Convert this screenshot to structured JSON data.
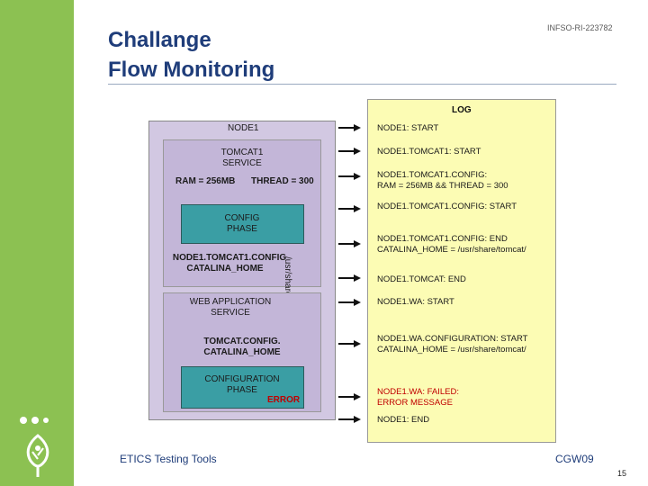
{
  "slide": {
    "title_line1": "Challange",
    "title_line2": "Flow Monitoring",
    "doc_id": "INFSO-RI-223782",
    "footer_left": "ETICS Testing Tools",
    "footer_right": "CGW09",
    "page_number": "15"
  },
  "diagram": {
    "node": "NODE1",
    "service1": {
      "line1": "TOMCAT1",
      "line2": "SERVICE",
      "ram": "RAM = 256MB",
      "thread": "THREAD = 300"
    },
    "phase1": {
      "line1": "CONFIG",
      "line2": "PHASE"
    },
    "config_output": {
      "line1": "NODE1.TOMCAT1.CONFIG",
      "line2": "CATALINA_HOME"
    },
    "vertical_path": "/usr/share/tomcat/",
    "service2": {
      "line1": "WEB APPLICATION",
      "line2": "SERVICE",
      "input1": "TOMCAT.CONFIG.",
      "input2": "CATALINA_HOME"
    },
    "phase2": {
      "line1": "CONFIGURATION",
      "line2": "PHASE",
      "error": "ERROR"
    }
  },
  "log": {
    "title": "LOG",
    "entries": [
      {
        "lines": [
          "NODE1: START"
        ]
      },
      {
        "lines": [
          "NODE1.TOMCAT1: START"
        ]
      },
      {
        "lines": [
          "NODE1.TOMCAT1.CONFIG:",
          "RAM = 256MB && THREAD = 300"
        ]
      },
      {
        "lines": [
          "NODE1.TOMCAT1.CONFIG: START"
        ]
      },
      {
        "lines": [
          "NODE1.TOMCAT1.CONFIG: END",
          "CATALINA_HOME = /usr/share/tomcat/"
        ]
      },
      {
        "lines": [
          "NODE1.TOMCAT: END"
        ]
      },
      {
        "lines": [
          "NODE1.WA: START"
        ]
      },
      {
        "lines": [
          "NODE1.WA.CONFIGURATION: START",
          "CATALINA_HOME = /usr/share/tomcat/"
        ]
      },
      {
        "lines": [
          "NODE1.WA: FAILED:",
          "ERROR MESSAGE"
        ],
        "status": "error"
      },
      {
        "lines": [
          "NODE1: END"
        ]
      }
    ]
  },
  "colors": {
    "sidebar": "#8cc152",
    "title": "#1f3d7a",
    "node_bg": "#d2c8e2",
    "phase_bg": "#3a9ea4",
    "log_bg": "#fcfcb4",
    "error": "#c00000"
  }
}
